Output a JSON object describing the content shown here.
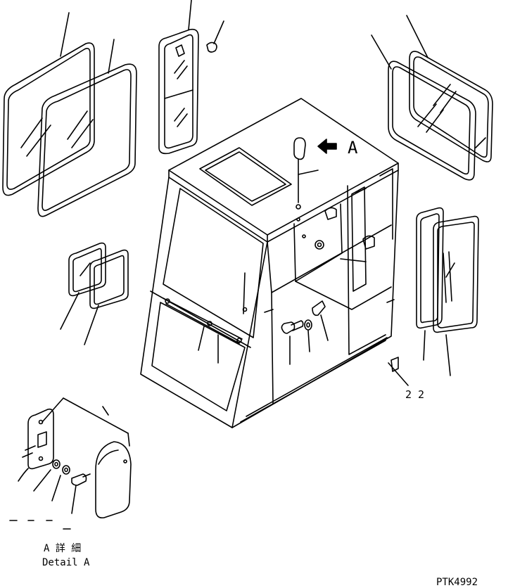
{
  "labels": {
    "ref_22": "2 2",
    "view_a": "A",
    "detail_jp": "A 詳 細",
    "detail_en": "Detail A",
    "drawing_no": "PTK4992"
  },
  "colors": {
    "line": "#000000",
    "background": "#ffffff"
  }
}
